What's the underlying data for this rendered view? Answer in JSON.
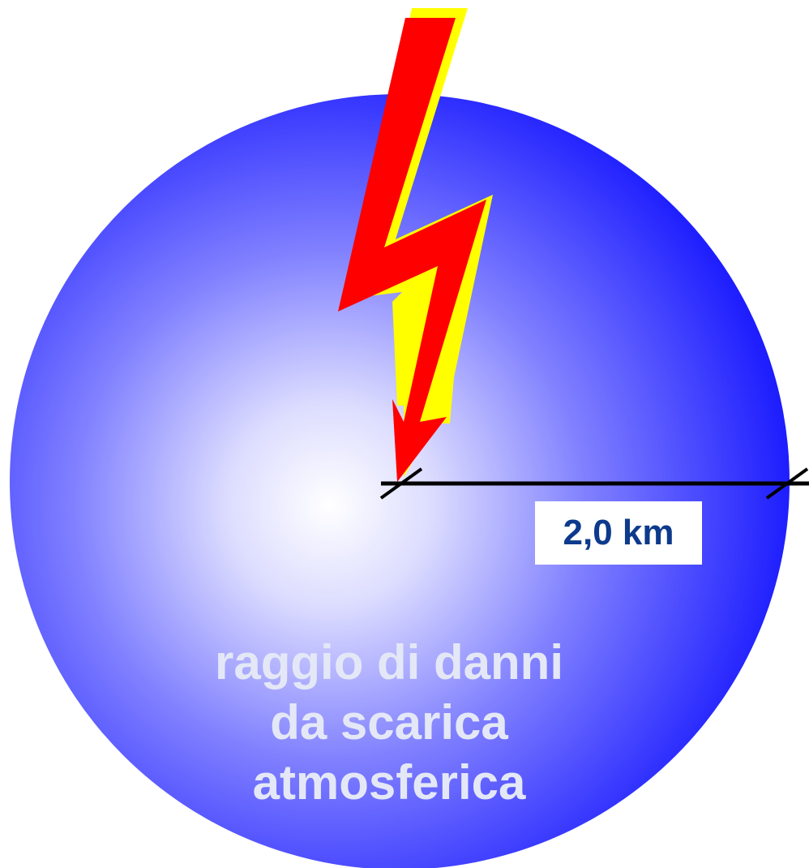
{
  "diagram": {
    "radius_label": "2,0 km",
    "caption_lines": [
      "raggio di danni",
      "da scarica",
      "atmosferica"
    ],
    "colors": {
      "sphere_center": "#ffffff",
      "sphere_edge": "#1a1aff",
      "bolt_fill": "#ff0000",
      "bolt_outline": "#ffff00",
      "radius_line": "#000000",
      "label_text": "#0d3a8c",
      "caption_text": "#e4e8f6"
    },
    "icons": {
      "bolt": "lightning-bolt-icon"
    }
  }
}
